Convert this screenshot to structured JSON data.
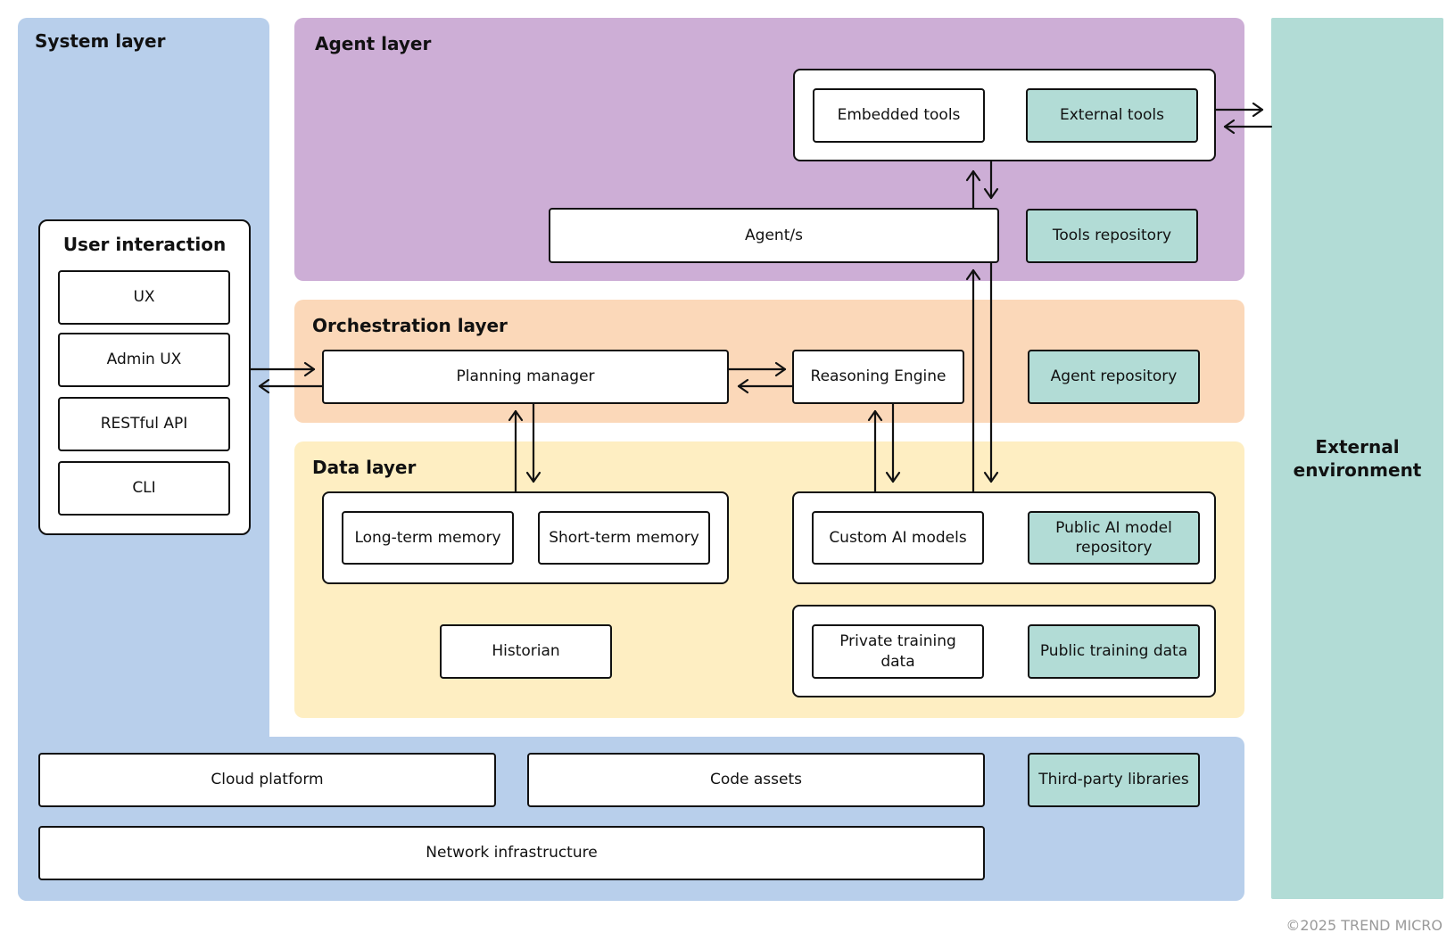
{
  "layers": {
    "system": "System layer",
    "agent": "Agent layer",
    "orchestration": "Orchestration layer",
    "data": "Data layer",
    "external": "External environment"
  },
  "user_interaction": {
    "title": "User interaction",
    "items": [
      "UX",
      "Admin UX",
      "RESTful API",
      "CLI"
    ]
  },
  "agent_layer": {
    "embedded_tools": "Embedded tools",
    "external_tools": "External tools",
    "agents": "Agent/s",
    "tools_repository": "Tools repository"
  },
  "orchestration_layer": {
    "planning_manager": "Planning manager",
    "reasoning_engine": "Reasoning Engine",
    "agent_repository": "Agent repository"
  },
  "data_layer": {
    "long_term_memory": "Long-term memory",
    "short_term_memory": "Short-term memory",
    "custom_ai_models": "Custom AI models",
    "public_ai_model_repository": "Public AI model repository",
    "historian": "Historian",
    "private_training_data": "Private training data",
    "public_training_data": "Public training data"
  },
  "infrastructure": {
    "cloud_platform": "Cloud platform",
    "code_assets": "Code assets",
    "third_party_libraries": "Third-party libraries",
    "network_infrastructure": "Network infrastructure"
  },
  "copyright": "©2025 TREND MICRO",
  "colors": {
    "system": "#b8cfeb",
    "agent": "#cdaed6",
    "orchestration": "#fbd8b9",
    "data": "#feeec2",
    "external": "#b2dcd6"
  }
}
